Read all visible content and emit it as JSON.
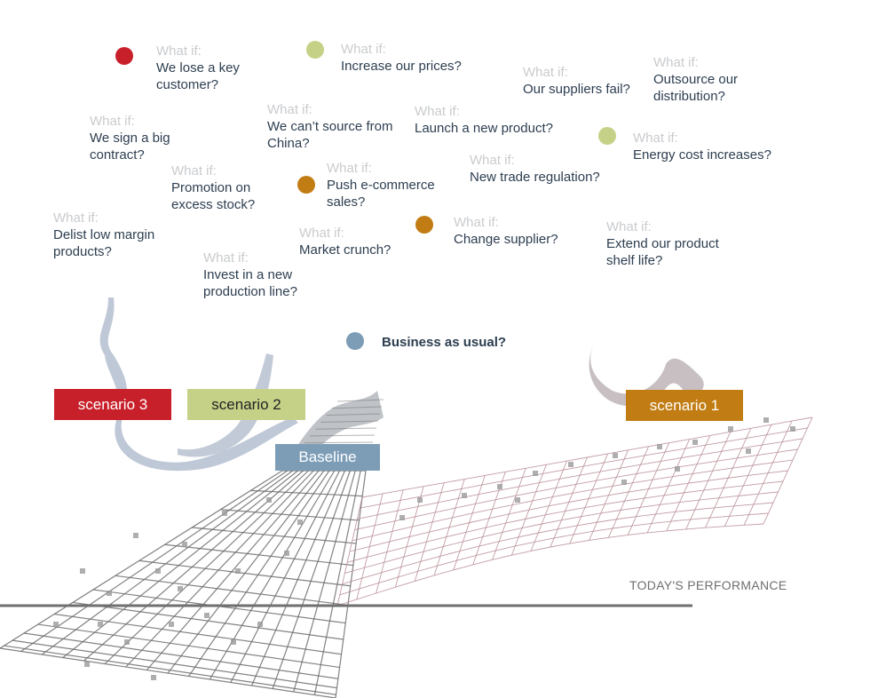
{
  "prefix": "What if:",
  "questions": [
    {
      "id": "lose-key-customer",
      "text": "We lose a key customer?"
    },
    {
      "id": "increase-prices",
      "text": "Increase our prices?"
    },
    {
      "id": "suppliers-fail",
      "text": "Our suppliers fail?"
    },
    {
      "id": "outsource-distribution",
      "text": "Outsource our distribution?"
    },
    {
      "id": "big-contract",
      "text": "We sign a big contract?"
    },
    {
      "id": "source-china",
      "text": "We can’t source from China?"
    },
    {
      "id": "launch-product",
      "text": "Launch a new product?"
    },
    {
      "id": "energy-cost",
      "text": "Energy cost increases?"
    },
    {
      "id": "promotion-stock",
      "text": "Promotion on excess stock?"
    },
    {
      "id": "push-ecommerce",
      "text": "Push e-commerce sales?"
    },
    {
      "id": "trade-regulation",
      "text": "New trade regulation?"
    },
    {
      "id": "delist-products",
      "text": "Delist low margin products?"
    },
    {
      "id": "market-crunch",
      "text": "Market crunch?"
    },
    {
      "id": "change-supplier",
      "text": "Change supplier?"
    },
    {
      "id": "shelf-life",
      "text": "Extend our product shelf life?"
    },
    {
      "id": "production-line",
      "text": "Invest in a new production line?"
    }
  ],
  "business_as_usual": "Business as usual?",
  "labels": {
    "scenario1": "scenario 1",
    "scenario2": "scenario 2",
    "scenario3": "scenario 3",
    "baseline": "Baseline",
    "today": "TODAY'S PERFORMANCE"
  },
  "colors": {
    "red": "#c8202a",
    "green": "#c6d188",
    "orange": "#c17d14",
    "blue": "#7d9db7",
    "text": "#2d3e50",
    "muted": "#c9cbce"
  }
}
